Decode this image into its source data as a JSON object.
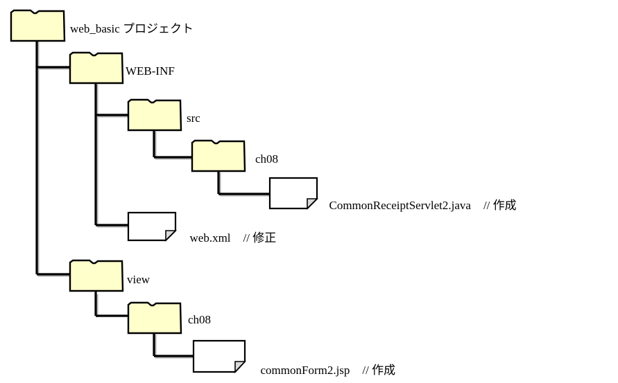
{
  "diagram": {
    "type": "folder-tree",
    "title_text": "web_basic プロジェクト",
    "background_color": "#ffffff",
    "folder_fill_color": "#ffffcc",
    "folder_stroke_color": "#000000",
    "file_fill_color": "#ffffff",
    "file_fold_color": "#d9d9d9",
    "line_color": "#000000",
    "shadow_color": "#b0b0b0",
    "nodes": [
      {
        "id": "root",
        "kind": "folder",
        "label": "web_basic プロジェクト",
        "depth": 0,
        "icon": "folder-icon"
      },
      {
        "id": "web-inf",
        "kind": "folder",
        "label": "WEB-INF",
        "depth": 1,
        "icon": "folder-icon"
      },
      {
        "id": "src",
        "kind": "folder",
        "label": "src",
        "depth": 2,
        "icon": "folder-icon"
      },
      {
        "id": "src-ch08",
        "kind": "folder",
        "label": "ch08",
        "depth": 3,
        "icon": "folder-icon"
      },
      {
        "id": "servlet-file",
        "kind": "file",
        "label": "CommonReceiptServlet2.java",
        "note": "// 作成",
        "depth": 4,
        "icon": "file-icon"
      },
      {
        "id": "webxml-file",
        "kind": "file",
        "label": "web.xml",
        "note": "// 修正",
        "depth": 2,
        "icon": "file-icon"
      },
      {
        "id": "view",
        "kind": "folder",
        "label": "view",
        "depth": 1,
        "icon": "folder-icon"
      },
      {
        "id": "view-ch08",
        "kind": "folder",
        "label": "ch08",
        "depth": 2,
        "icon": "folder-icon"
      },
      {
        "id": "jsp-file",
        "kind": "file",
        "label": "commonForm2.jsp",
        "note": "// 作成",
        "depth": 3,
        "icon": "file-icon"
      }
    ],
    "labels": {
      "root": "web_basic プロジェクト",
      "web_inf": "WEB-INF",
      "src": "src",
      "src_ch08": "ch08",
      "servlet_file": "CommonReceiptServlet2.java",
      "servlet_note": "// 作成",
      "web_xml": "web.xml",
      "web_xml_note": "// 修正",
      "view": "view",
      "view_ch08": "ch08",
      "jsp_file": "commonForm2.jsp",
      "jsp_note": "// 作成"
    }
  }
}
